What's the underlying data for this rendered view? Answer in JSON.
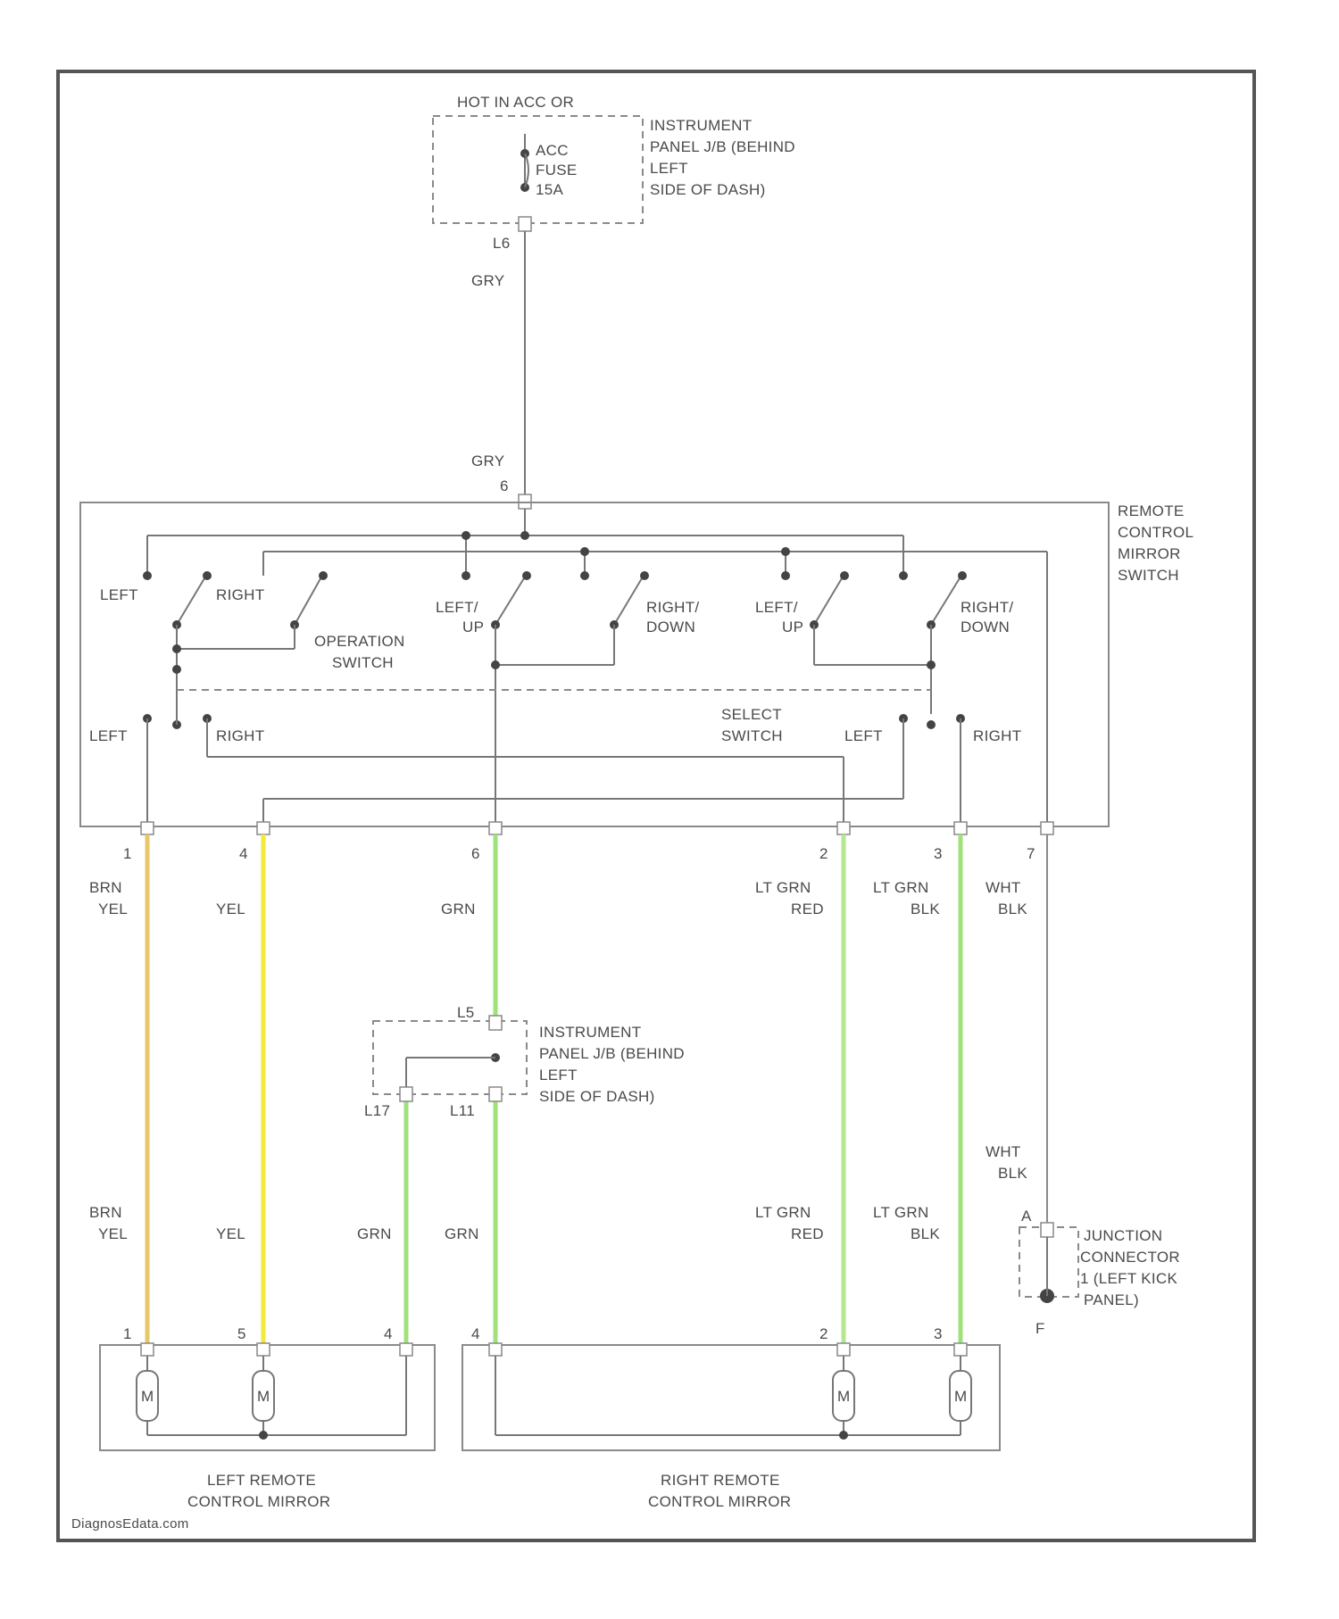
{
  "top": {
    "hot_label": "HOT IN ACC OR",
    "fuse": [
      "ACC",
      "FUSE",
      "15A"
    ],
    "jb_label": [
      "INSTRUMENT",
      "PANEL J/B (BEHIND",
      "LEFT",
      "SIDE OF DASH)"
    ],
    "jb_pin": "L6",
    "wire1": "GRY",
    "wire2": "GRY",
    "switch_pin": "6"
  },
  "switch": {
    "name": [
      "REMOTE",
      "CONTROL",
      "MIRROR",
      "SWITCH"
    ],
    "op_left": "LEFT",
    "op_right": "RIGHT",
    "op_name": [
      "OPERATION",
      "SWITCH"
    ],
    "lu1": [
      "LEFT/",
      "UP"
    ],
    "rd1": [
      "RIGHT/",
      "DOWN"
    ],
    "lu2": [
      "LEFT/",
      "UP"
    ],
    "rd2": [
      "RIGHT/",
      "DOWN"
    ],
    "sel_left1": "LEFT",
    "sel_right1": "RIGHT",
    "sel_name": [
      "SELECT",
      "SWITCH"
    ],
    "sel_left2": "LEFT",
    "sel_right2": "RIGHT"
  },
  "wires": [
    {
      "pin": "1",
      "color": [
        "BRN",
        "YEL"
      ],
      "hex": "#e8c76a"
    },
    {
      "pin": "4",
      "color": [
        "YEL"
      ],
      "hex": "#f2ea3a"
    },
    {
      "pin": "6",
      "color": [
        "GRN"
      ],
      "hex": "#9fe27a"
    },
    {
      "pin": "2",
      "color": [
        "LT GRN",
        "RED"
      ],
      "hex": "#b5e690"
    },
    {
      "pin": "3",
      "color": [
        "LT GRN",
        "BLK"
      ],
      "hex": "#9fe27a"
    },
    {
      "pin": "7",
      "color": [
        "WHT",
        "BLK"
      ],
      "hex": "#8a8a8a"
    }
  ],
  "jb2": {
    "pin_top": "L5",
    "pin_left": "L17",
    "pin_right": "L11",
    "label": [
      "INSTRUMENT",
      "PANEL J/B (BEHIND",
      "LEFT",
      "SIDE OF DASH)"
    ]
  },
  "lower_wires": {
    "brn_yel": [
      "BRN",
      "YEL"
    ],
    "yel": [
      "YEL"
    ],
    "grn_a": [
      "GRN"
    ],
    "grn_b": [
      "GRN"
    ],
    "lt_grn_red": [
      "LT GRN",
      "RED"
    ],
    "lt_grn_blk": [
      "LT GRN",
      "BLK"
    ],
    "wht_blk": [
      "WHT",
      "BLK"
    ]
  },
  "junction": {
    "pin_top": "A",
    "pin_bottom": "F",
    "label": [
      "JUNCTION",
      "CONNECTOR",
      "1 (LEFT KICK",
      "PANEL)"
    ]
  },
  "left_mirror": {
    "pins": [
      "1",
      "5",
      "4"
    ],
    "motor": "M",
    "label": [
      "LEFT REMOTE",
      "CONTROL MIRROR"
    ]
  },
  "right_mirror": {
    "pins": [
      "4",
      "2",
      "3"
    ],
    "motor": "M",
    "label": [
      "RIGHT REMOTE",
      "CONTROL MIRROR"
    ]
  },
  "watermark": "DiagnosEdata.com"
}
